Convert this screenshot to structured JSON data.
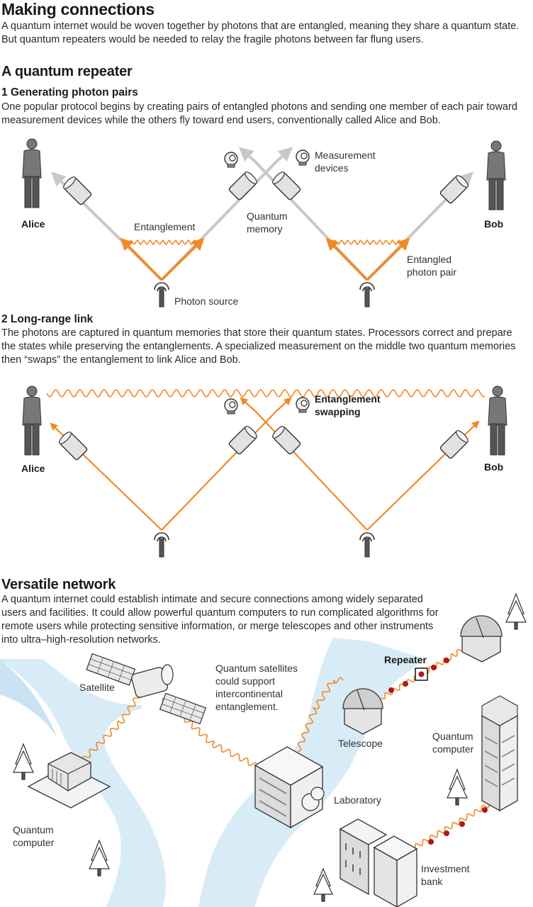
{
  "title": "Making connections",
  "intro": "A quantum internet would be woven together by photons that are entangled, meaning they share a quantum state. But quantum repeaters would be needed to relay the fragile photons between far flung users.",
  "repeater": {
    "heading": "A quantum repeater",
    "step1": {
      "heading": "1  Generating photon pairs",
      "text": "One popular protocol begins by creating pairs of entangled photons and sending one member of each pair toward measurement devices while the others fly toward end users, conventionally called Alice and Bob.",
      "labels": {
        "alice": "Alice",
        "bob": "Bob",
        "entanglement": "Entanglement",
        "quantum_memory_1": "Quantum",
        "quantum_memory_2": "memory",
        "measurement_1": "Measurement",
        "measurement_2": "devices",
        "entangled_pair_1": "Entangled",
        "entangled_pair_2": "photon pair",
        "photon_source": "Photon source"
      }
    },
    "step2": {
      "heading": "2  Long-range link",
      "text": "The photons are captured in quantum memories that store their quantum states. Processors correct and prepare the states while preserving the entanglements. A specialized measurement on the middle two quantum memories then “swaps” the entanglement to link Alice and Bob.",
      "labels": {
        "alice": "Alice",
        "bob": "Bob",
        "swapping_1": "Entanglement",
        "swapping_2": "swapping"
      }
    }
  },
  "network": {
    "heading": "Versatile network",
    "text": "A quantum internet could establish intimate and secure connections among widely separated users and facilities. It could allow powerful quantum computers to run complicated algorithms for remote users while protecting sensitive information, or merge telescopes and other instruments into ultra–high-resolution networks.",
    "labels": {
      "satellite": "Satellite",
      "satellite_note_1": "Quantum satellites",
      "satellite_note_2": "could support",
      "satellite_note_3": "intercontinental",
      "satellite_note_4": "entanglement.",
      "repeater": "Repeater",
      "telescope": "Telescope",
      "qc_right_1": "Quantum",
      "qc_right_2": "computer",
      "laboratory": "Laboratory",
      "qc_left_1": "Quantum",
      "qc_left_2": "computer",
      "bank_1": "Investment",
      "bank_2": "bank"
    }
  },
  "colors": {
    "photon": "#f08a24",
    "gray_photon": "#c8c8c8",
    "repeater_node": "#b01818",
    "river": "#d8ecf7",
    "person": "#5a5a5a"
  }
}
